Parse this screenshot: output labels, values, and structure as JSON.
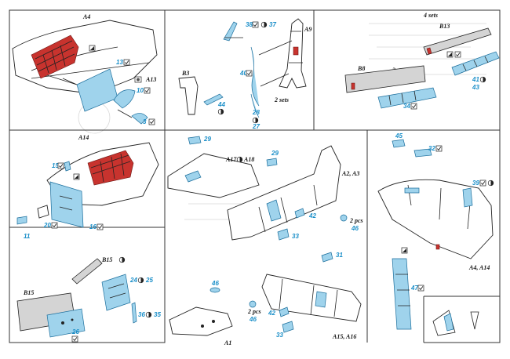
{
  "sections": {
    "s1": {
      "title": "A4",
      "parts": [
        "13",
        "10",
        "A13",
        "3"
      ]
    },
    "s2": {
      "parts": [
        "38",
        "37",
        "A9",
        "B3",
        "40",
        "44",
        "28",
        "27"
      ],
      "note": "2 sets"
    },
    "s3": {
      "note_top": "4 sets",
      "b13": "B13",
      "b8": "B8",
      "note_mid": "2 sets",
      "parts": [
        "41",
        "43",
        "34"
      ]
    },
    "s4": {
      "title": "A14",
      "parts": [
        "15",
        "16",
        "20",
        "11"
      ]
    },
    "s5": {
      "parts": [
        "29",
        "A18",
        "A17",
        "29",
        "42",
        "33",
        "2 pcs",
        "46",
        "31",
        "46",
        "2 pcs",
        "46",
        "42",
        "33"
      ],
      "refs": [
        "A2, A3",
        "A15, A16",
        "A1"
      ]
    },
    "s6": {
      "parts": [
        "45",
        "32",
        "39",
        "47"
      ],
      "ref": "A4, A14"
    },
    "s7": {
      "parts": [
        "B15",
        "24",
        "25",
        "B15",
        "36",
        "35",
        "26"
      ]
    }
  },
  "colors": {
    "photo_etch": "#9fd3ec",
    "part_number": "#1b8fc9",
    "paint_red": "#c8332e",
    "frame": "#333333"
  },
  "icons": [
    "check-icon",
    "fold-icon",
    "bend-icon",
    "glue-icon"
  ]
}
